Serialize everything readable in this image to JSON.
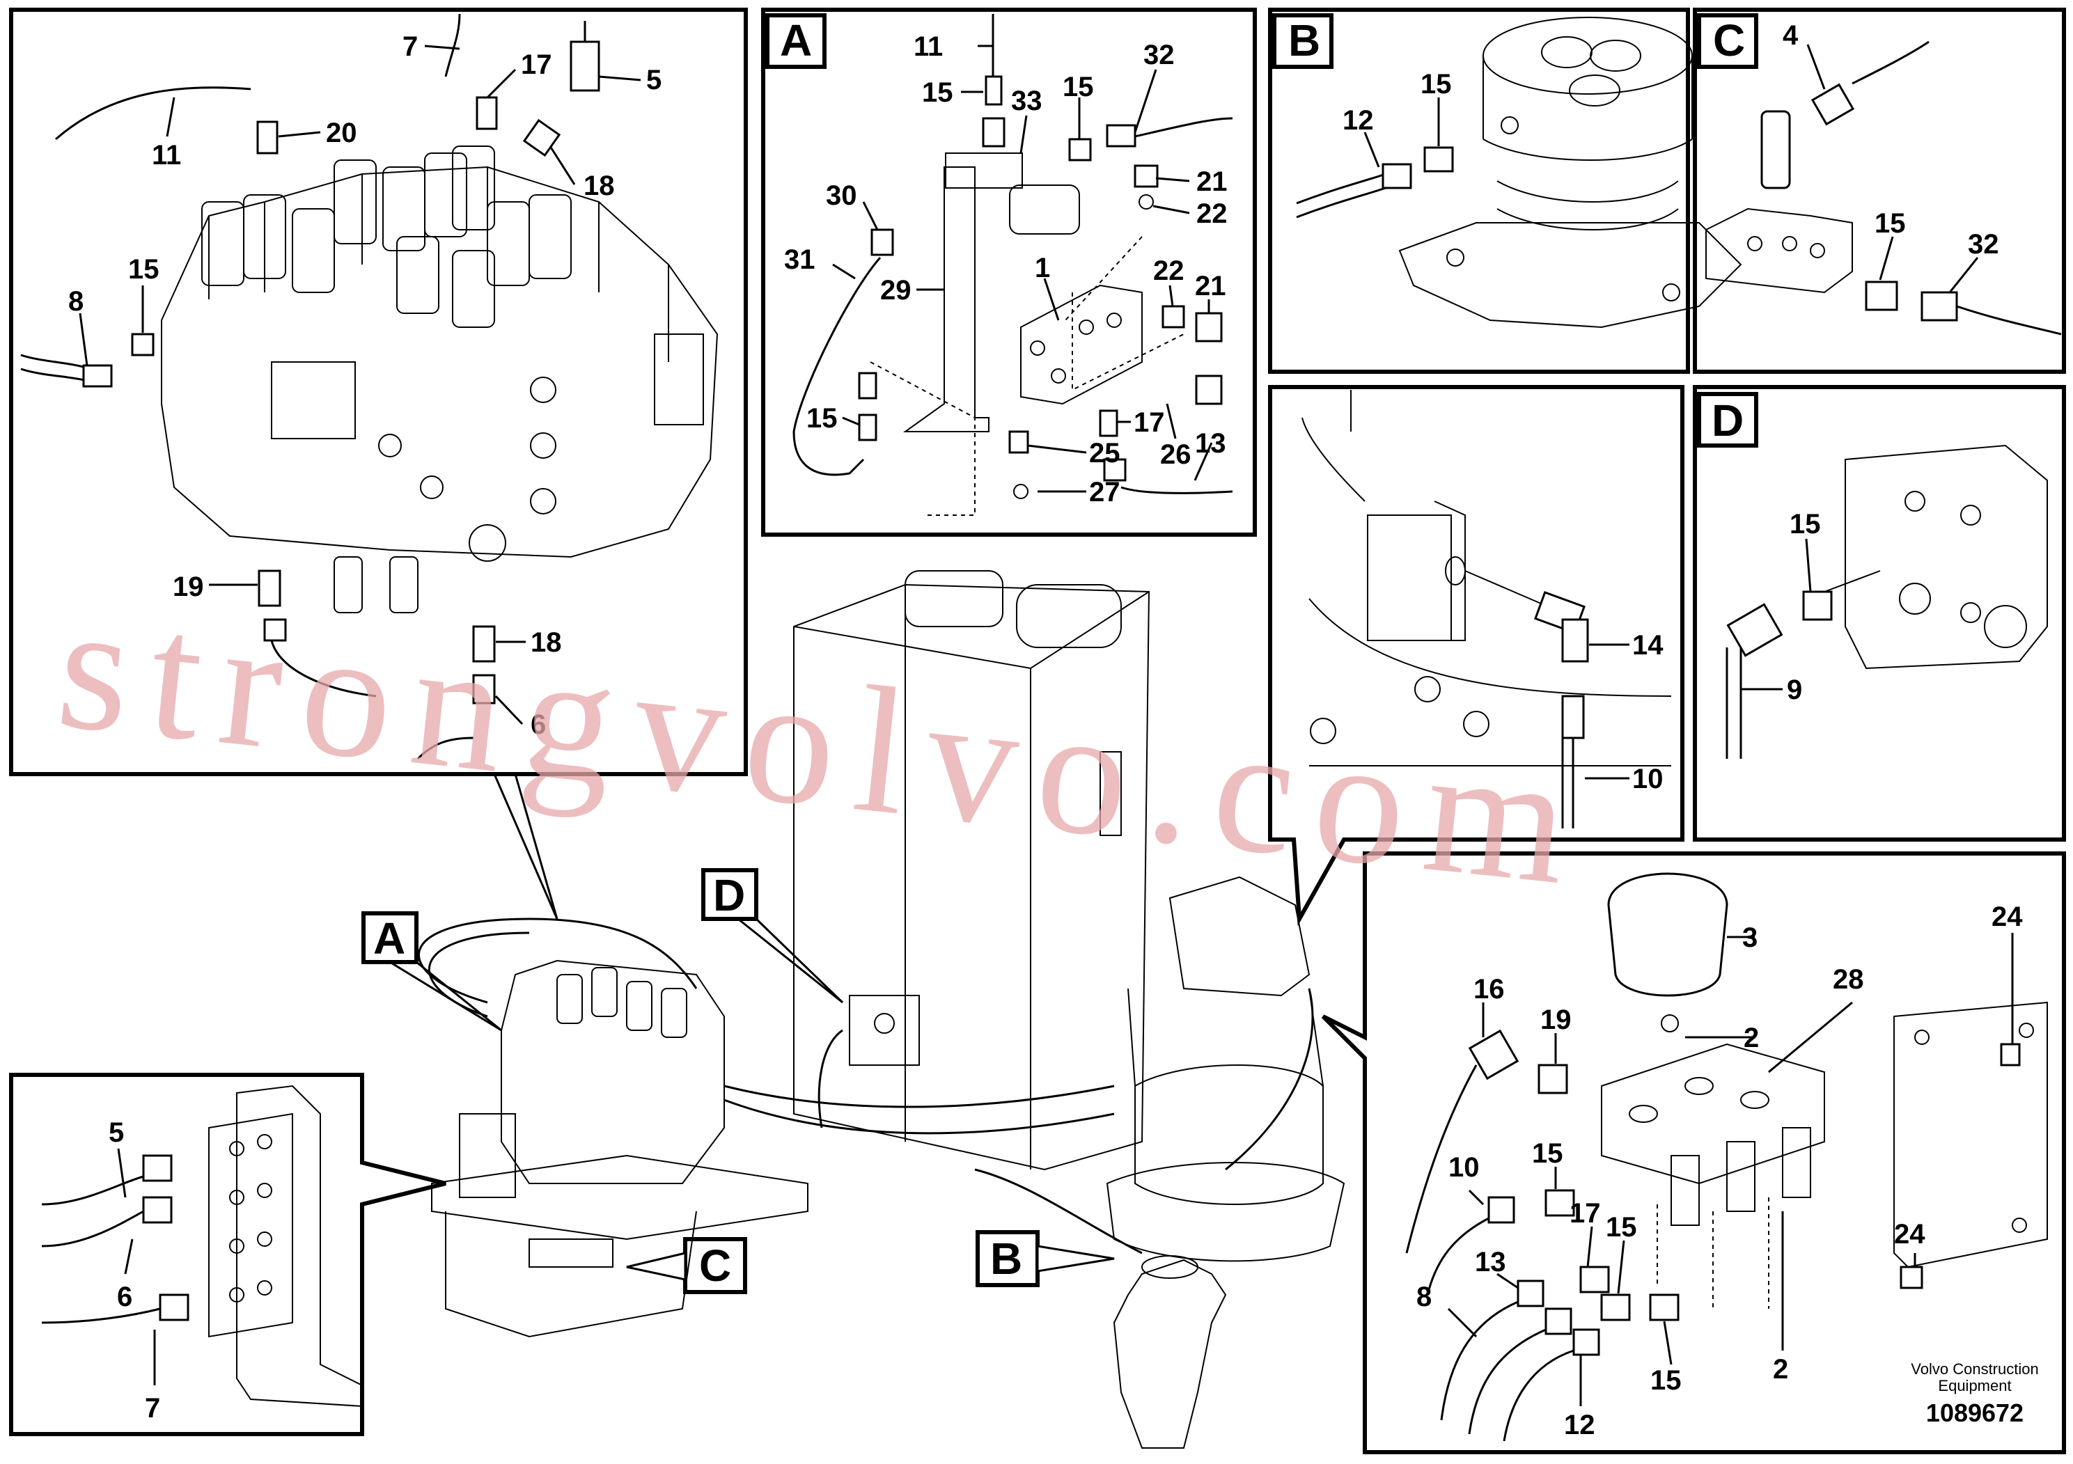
{
  "views": {
    "A": "A",
    "B": "B",
    "C": "C",
    "D": "D"
  },
  "callouts": {
    "main": [
      "7",
      "17",
      "5",
      "11",
      "20",
      "18",
      "15",
      "8",
      "19",
      "18",
      "6"
    ],
    "detail_a": [
      "11",
      "15",
      "33",
      "15",
      "32",
      "30",
      "21",
      "22",
      "31",
      "29",
      "1",
      "22",
      "21",
      "15",
      "17",
      "26",
      "25",
      "13",
      "27"
    ],
    "detail_b": [
      "12",
      "15"
    ],
    "detail_c": [
      "4",
      "15",
      "32"
    ],
    "detail_bmid": [
      "14",
      "10"
    ],
    "detail_d": [
      "15",
      "9"
    ],
    "bottom_left": [
      "5",
      "6",
      "7"
    ],
    "bottom_right": [
      "3",
      "16",
      "19",
      "2",
      "24",
      "28",
      "10",
      "15",
      "17",
      "15",
      "13",
      "8",
      "15",
      "12",
      "2",
      "24"
    ]
  },
  "overview_tags": {
    "A": "A",
    "B": "B",
    "C": "C",
    "D": "D"
  },
  "watermark": "strongvolvo.com",
  "footer": {
    "company": "Volvo Construction",
    "company2": "Equipment",
    "doc_number": "1089672"
  }
}
